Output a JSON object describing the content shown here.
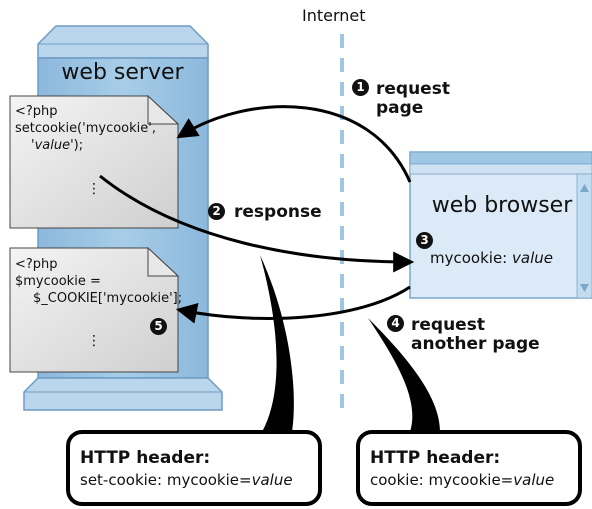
{
  "internet_label": "Internet",
  "server": {
    "title": "web server"
  },
  "browser": {
    "title": "web browser",
    "cookie_name": "mycookie:",
    "cookie_value": "value"
  },
  "doc1": {
    "line1": "<?php",
    "line2": "setcookie('mycookie',",
    "line3_pre": "'",
    "line3_italic": "value",
    "line3_post": "');",
    "ellipsis": "⋮"
  },
  "doc2": {
    "line1": "<?php",
    "line2": "$mycookie =",
    "line3": "$_COOKIE['mycookie'];",
    "ellipsis": "⋮"
  },
  "steps": {
    "s1": {
      "num": "1",
      "line1": "request",
      "line2": "page"
    },
    "s2": {
      "num": "2",
      "label": "response"
    },
    "s3": {
      "num": "3"
    },
    "s4": {
      "num": "4",
      "line1": "request",
      "line2": "another page"
    },
    "s5": {
      "num": "5"
    }
  },
  "callout_response": {
    "title": "HTTP header:",
    "text_pre": "set-cookie: mycookie=",
    "text_italic": "value"
  },
  "callout_request": {
    "title": "HTTP header:",
    "text_pre": "cookie: mycookie=",
    "text_italic": "value"
  },
  "colors": {
    "server_fill": "#9fc6e2",
    "server_dark": "#7aa7cc",
    "server_stroke": "#5b87ad",
    "browser_fill": "#dbeaf6",
    "browser_bar": "#9fc6e2",
    "internet_line": "#9fc6e2",
    "arrow": "#000000"
  }
}
